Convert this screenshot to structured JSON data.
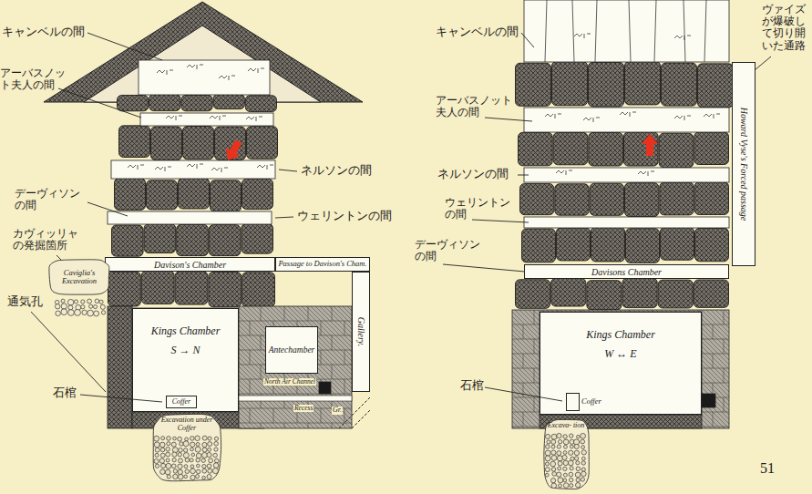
{
  "diagram": {
    "nodes": [
      {
        "text": [
          "Davison's Chamber"
        ]
      },
      {
        "text": [
          "Passage to Davison's Cham."
        ]
      },
      {
        "text": [
          "Caviglia's Excavation"
        ]
      },
      {
        "text": [
          "Kings Chamber",
          "S → N"
        ]
      },
      {
        "text": [
          "Coffer"
        ],
        "in": 3
      },
      {
        "text": [
          "Antechamber"
        ]
      },
      {
        "text": [
          "Gallery."
        ]
      },
      {
        "text": [
          "Excavation under Coffer"
        ]
      },
      {
        "text": [
          "Davisons Chamber"
        ]
      },
      {
        "text": [
          "Howard Vyse's Forced passage"
        ]
      },
      {
        "text": [
          "Kings Chamber",
          "W ↔ E"
        ]
      },
      {
        "text": [
          "Coffer"
        ],
        "in": 10
      },
      {
        "text": [
          "Excava- tion"
        ]
      }
    ],
    "labels": [
      "キャンベルの間",
      "アーバスノット夫人の間",
      "ネルソンの間",
      "デーヴィソンの間",
      "ウェリントンの間",
      "カヴィッリャの発掘箇所",
      "通気孔",
      "石棺",
      "North Air Channel",
      "Recess",
      "Gr.",
      "キャンベルの間",
      "ヴァイズが爆破して切り開いた通路",
      "アーバスノット夫人の間",
      "ネルソンの間",
      "ウェリントンの間",
      "デーヴィソンの間",
      "石棺",
      "51"
    ]
  }
}
